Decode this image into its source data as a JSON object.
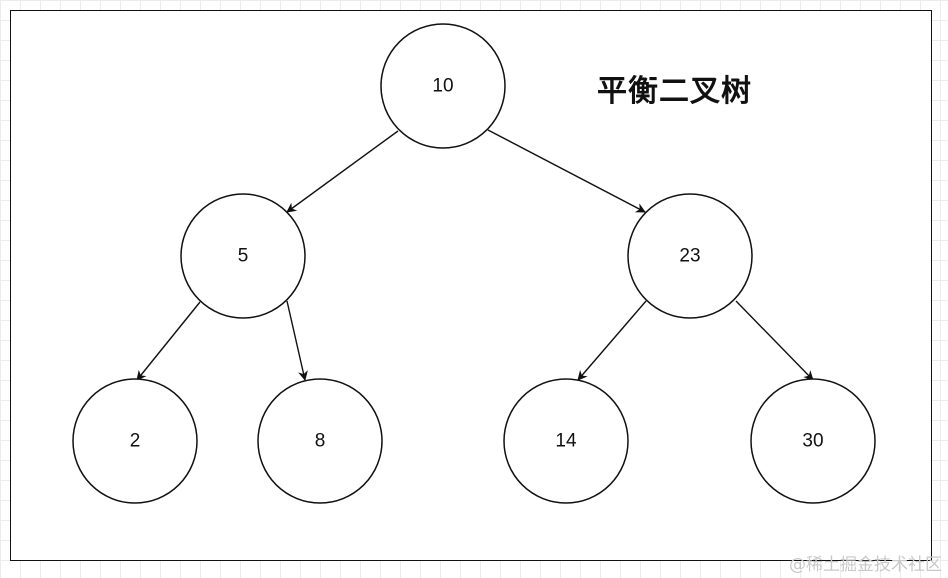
{
  "title": "平衡二叉树",
  "watermark": "@稀土掘金技术社区",
  "nodes": [
    {
      "id": "n10",
      "label": "10"
    },
    {
      "id": "n5",
      "label": "5"
    },
    {
      "id": "n23",
      "label": "23"
    },
    {
      "id": "n2",
      "label": "2"
    },
    {
      "id": "n8",
      "label": "8"
    },
    {
      "id": "n14",
      "label": "14"
    },
    {
      "id": "n30",
      "label": "30"
    }
  ],
  "edges": [
    {
      "from": "10",
      "to": "5"
    },
    {
      "from": "10",
      "to": "23"
    },
    {
      "from": "5",
      "to": "2"
    },
    {
      "from": "5",
      "to": "8"
    },
    {
      "from": "23",
      "to": "14"
    },
    {
      "from": "23",
      "to": "30"
    }
  ]
}
